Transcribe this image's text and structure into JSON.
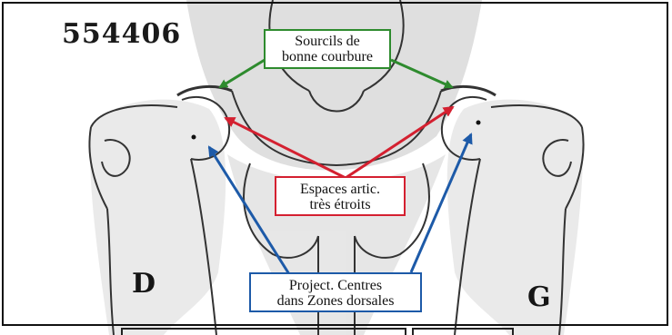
{
  "id_label": "554406",
  "side_left": "D",
  "side_right": "G",
  "annotations": {
    "brows": {
      "line1": "Sourcils de",
      "line2": "bonne courbure",
      "color": "#2e8b2e"
    },
    "joints": {
      "line1": "Espaces artic.",
      "line2": "très étroits",
      "color": "#d42030"
    },
    "centers": {
      "line1": "Project. Centres",
      "line2": "dans Zones dorsales",
      "color": "#1d5aa8"
    }
  }
}
